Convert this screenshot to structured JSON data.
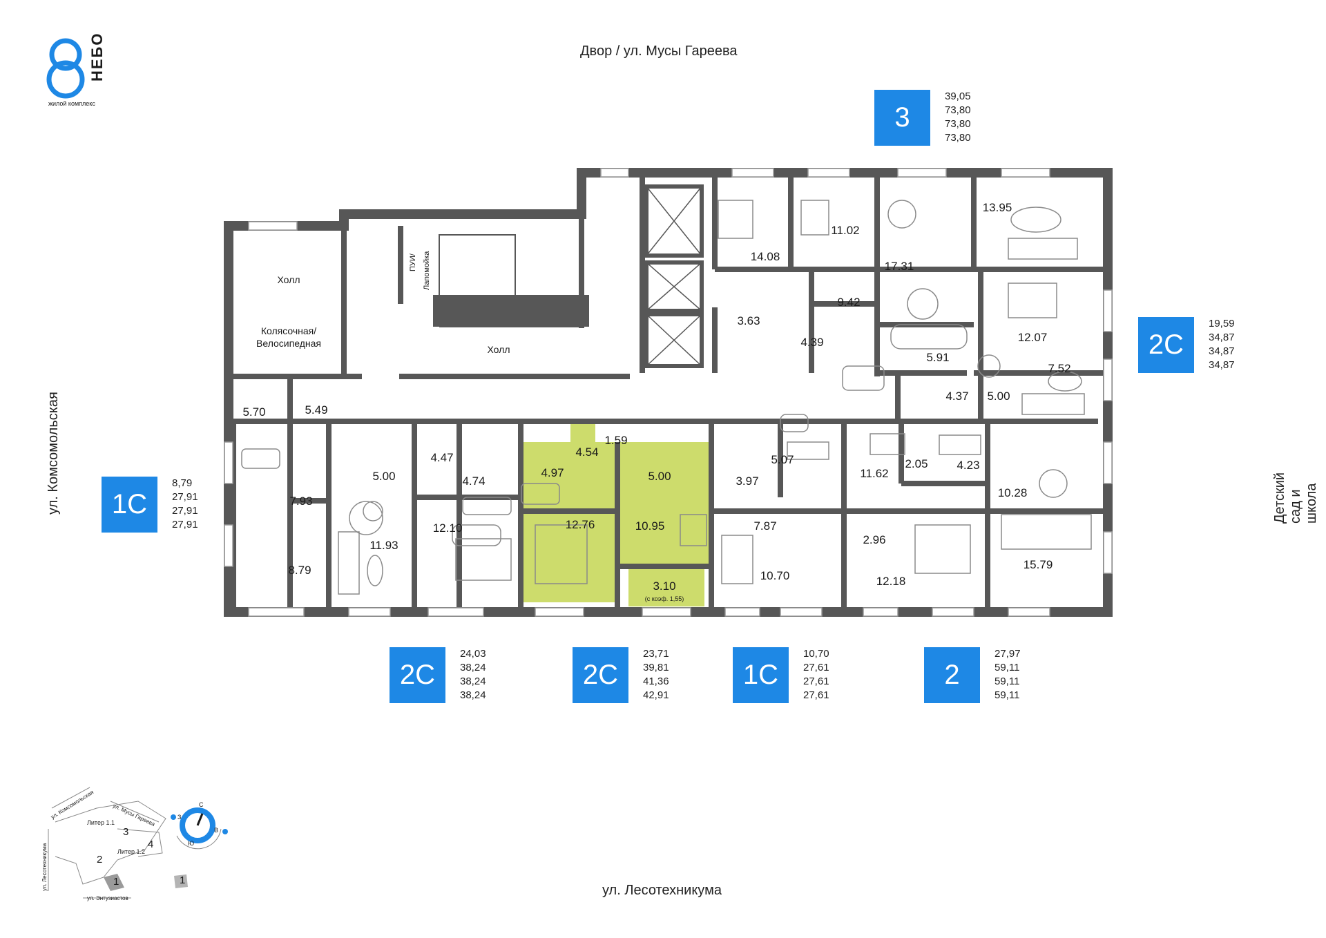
{
  "logo": {
    "numeral": "8",
    "word": "НЕБО",
    "subtitle": "жилой комплекс"
  },
  "colors": {
    "accent": "#1e88e5",
    "wall": "#575757",
    "highlight": "#cddc6c",
    "highlight_dark": "#a9c02f"
  },
  "streets": {
    "top": "Двор / ул. Мусы Гареева",
    "bottom": "ул. Лесотехникума",
    "left": "ул. Комсомольская",
    "right": "Детский сад и школа"
  },
  "apartments": [
    {
      "type": "3",
      "areas": [
        "39,05",
        "73,80",
        "73,80",
        "73,80"
      ]
    },
    {
      "type": "2С",
      "areas": [
        "19,59",
        "34,87",
        "34,87",
        "34,87"
      ]
    },
    {
      "type": "1С",
      "areas": [
        "8,79",
        "27,91",
        "27,91",
        "27,91"
      ]
    },
    {
      "type": "2С",
      "areas": [
        "24,03",
        "38,24",
        "38,24",
        "38,24"
      ]
    },
    {
      "type": "2С",
      "areas": [
        "23,71",
        "39,81",
        "41,36",
        "42,91"
      ]
    },
    {
      "type": "1С",
      "areas": [
        "10,70",
        "27,61",
        "27,61",
        "27,61"
      ]
    },
    {
      "type": "2",
      "areas": [
        "27,97",
        "59,11",
        "59,11",
        "59,11"
      ]
    }
  ],
  "labels": {
    "hall_left": "Холл",
    "stroller_1": "Колясочная/",
    "stroller_2": "Велосипедная",
    "hall_center": "Холл",
    "puy": "ПУИ/",
    "lapomoyka": "Лапомойка",
    "balcony_coef": "(с коэф. 1,55)"
  },
  "rooms": {
    "r1408": "14.08",
    "r1102": "11.02",
    "r1731": "17.31",
    "r1395": "13.95",
    "r942": "9.42",
    "r363": "3.63",
    "r439": "4.39",
    "r591": "5.91",
    "r1207": "12.07",
    "r752": "7.52",
    "r437": "4.37",
    "r500a": "5.00",
    "r570": "5.70",
    "r549": "5.49",
    "r793": "7.93",
    "r879": "8.79",
    "r500b": "5.00",
    "r447": "4.47",
    "r474": "4.74",
    "r1193": "11.93",
    "r1210": "12.10",
    "r497": "4.97",
    "r454": "4.54",
    "r159": "1.59",
    "r500c": "5.00",
    "r1276": "12.76",
    "r1095": "10.95",
    "r310": "3.10",
    "r397": "3.97",
    "r507": "5.07",
    "r787": "7.87",
    "r1070": "10.70",
    "r1162": "11.62",
    "r205": "2.05",
    "r423": "4.23",
    "r1028": "10.28",
    "r296": "2.96",
    "r1218": "12.18",
    "r1579": "15.79"
  },
  "minimap": {
    "street_1": "ул. Комсомольская",
    "street_2": "ул. Мусы Гареева",
    "street_3": "ул. Лесотехникума",
    "street_4": "ул. Энтузиастов",
    "liter_1": "Литер 1.1",
    "liter_2": "Литер 1.2",
    "sections": [
      "3",
      "4",
      "2",
      "1"
    ],
    "legend_number": "1",
    "compass": {
      "n": "С",
      "s": "Ю",
      "w": "З",
      "e": "В"
    }
  }
}
